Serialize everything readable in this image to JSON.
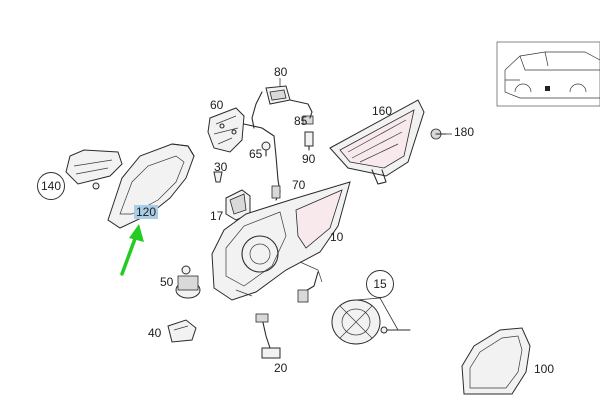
{
  "callouts": {
    "c80": "80",
    "c60": "60",
    "c85": "85",
    "c160": "160",
    "c180": "180",
    "c65": "65",
    "c90": "90",
    "c30": "30",
    "c70": "70",
    "c140": "140",
    "c120": "120",
    "c17": "17",
    "c10": "10",
    "c50": "50",
    "c15": "15",
    "c40": "40",
    "c20": "20",
    "c100": "100"
  },
  "colors": {
    "highlight": "#a9cde6",
    "arrow": "#22cc22",
    "line": "#2b2b2b"
  },
  "icons": {
    "vehicle_locator": "car-outline-icon",
    "pointer": "green-arrow-icon"
  }
}
